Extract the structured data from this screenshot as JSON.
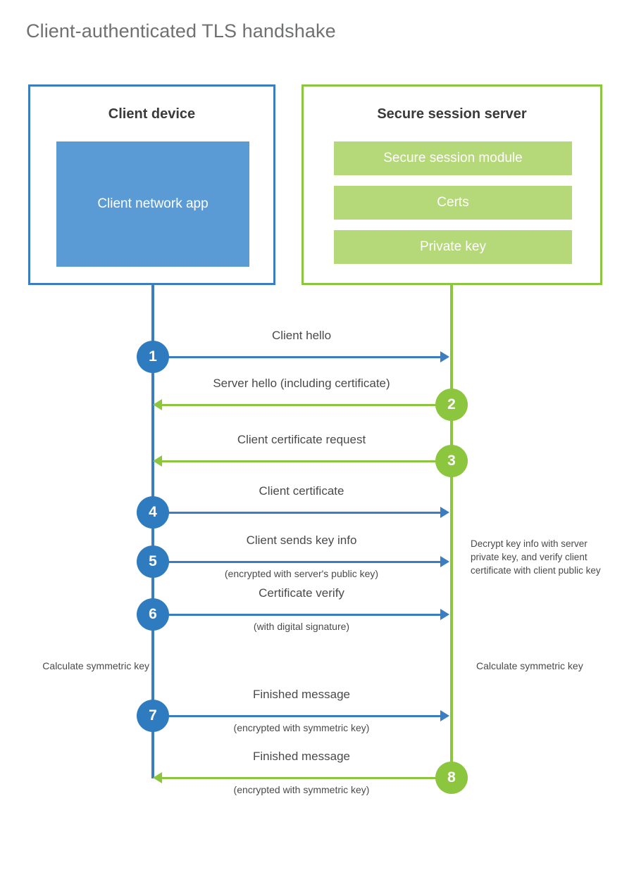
{
  "title": "Client-authenticated TLS handshake",
  "theme": {
    "client_accent": "#3b7dc0",
    "client_fill": "#5b9bd5",
    "client_circle": "#2e7cbf",
    "server_accent": "#8cc63f",
    "server_fill": "#b5d878",
    "title_color": "#6f7072",
    "text_color": "#4a4a4c",
    "background": "#ffffff"
  },
  "client": {
    "title": "Client device",
    "app_label": "Client network app"
  },
  "server": {
    "title": "Secure session server",
    "modules": [
      "Secure session module",
      "Certs",
      "Private key"
    ]
  },
  "notes": {
    "server_decrypt": "Decrypt key info with server private key, and verify client certificate with client public key",
    "calculate_client": "Calculate symmetric key",
    "calculate_server": "Calculate symmetric key"
  },
  "steps": [
    {
      "number": "1",
      "label": "Client hello",
      "sublabel": "",
      "direction": "client-to-server",
      "origin": "client"
    },
    {
      "number": "2",
      "label": "Server hello (including certificate)",
      "sublabel": "",
      "direction": "server-to-client",
      "origin": "server"
    },
    {
      "number": "3",
      "label": "Client certificate request",
      "sublabel": "",
      "direction": "server-to-client",
      "origin": "server"
    },
    {
      "number": "4",
      "label": "Client certificate",
      "sublabel": "",
      "direction": "client-to-server",
      "origin": "client"
    },
    {
      "number": "5",
      "label": "Client sends key info",
      "sublabel": "(encrypted with server's public key)",
      "direction": "client-to-server",
      "origin": "client"
    },
    {
      "number": "6",
      "label": "Certificate verify",
      "sublabel": "(with digital signature)",
      "direction": "client-to-server",
      "origin": "client"
    },
    {
      "number": "7",
      "label": "Finished message",
      "sublabel": "(encrypted with symmetric key)",
      "direction": "client-to-server",
      "origin": "client"
    },
    {
      "number": "8",
      "label": "Finished message",
      "sublabel": "(encrypted with symmetric key)",
      "direction": "server-to-client",
      "origin": "server"
    }
  ]
}
